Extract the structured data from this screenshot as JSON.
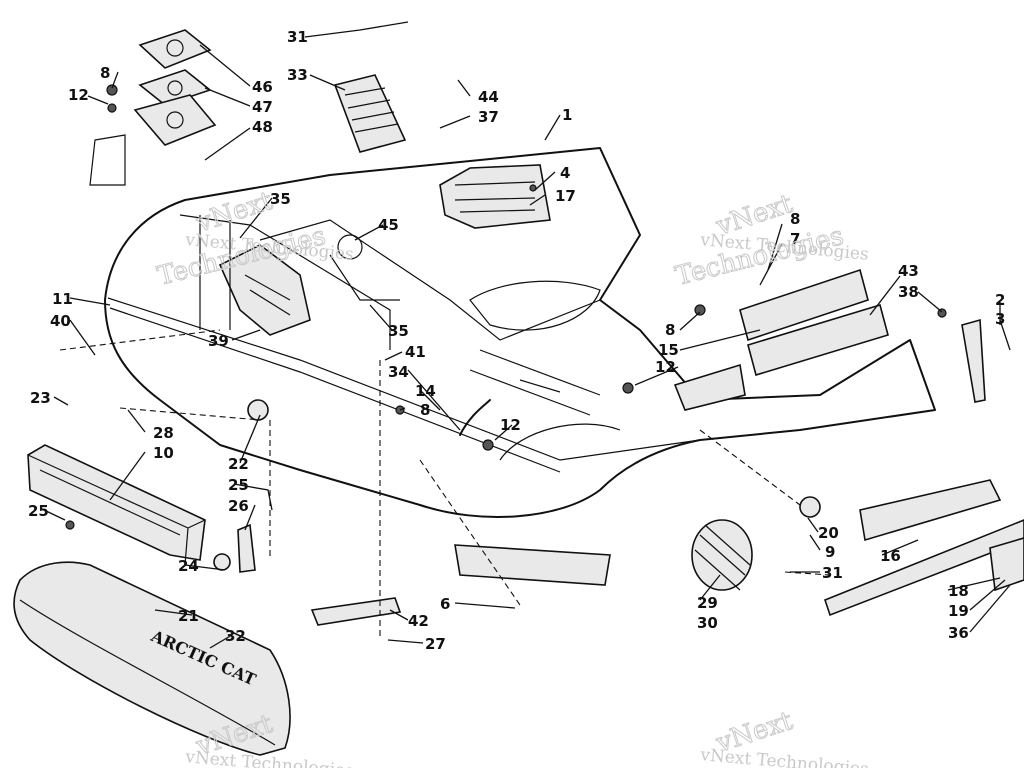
{
  "diagram": {
    "callouts": [
      "31",
      "33",
      "8",
      "12",
      "46",
      "47",
      "48",
      "44",
      "37",
      "1",
      "4",
      "17",
      "35",
      "45",
      "11",
      "40",
      "39",
      "35",
      "41",
      "34",
      "14",
      "8",
      "12",
      "23",
      "28",
      "22",
      "10",
      "25",
      "26",
      "25",
      "24",
      "21",
      "32",
      "42",
      "27",
      "6",
      "29",
      "30",
      "31",
      "20",
      "9",
      "16",
      "18",
      "19",
      "36",
      "8",
      "7",
      "43",
      "38",
      "2",
      "3",
      "8",
      "15",
      "12"
    ],
    "watermark": {
      "brand_small": "vNext Technologies",
      "brand_big_1": "vNext",
      "brand_big_2": "Technologies"
    },
    "hood_logo": "ARCTIC CAT"
  }
}
